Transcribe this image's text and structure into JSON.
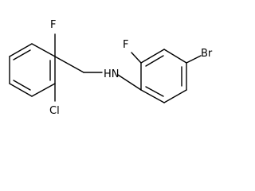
{
  "molecule": {
    "atoms": {
      "f_left": "F",
      "cl": "Cl",
      "nh": "HN",
      "f_right": "F",
      "br": "Br"
    },
    "colors": {
      "bond": "#000000",
      "label": "#000000"
    }
  }
}
